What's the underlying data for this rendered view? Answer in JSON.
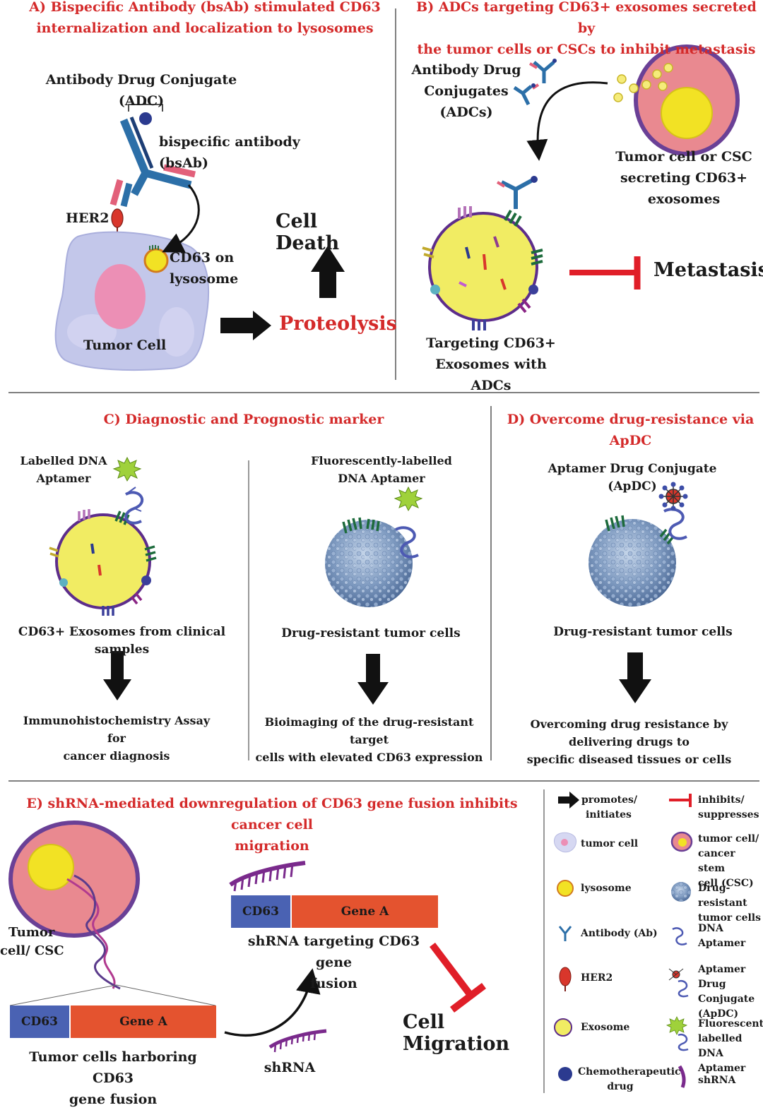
{
  "panel_a": {
    "title_line1": "A) Bispecific Antibody (bsAb) stimulated CD63",
    "title_line2": "internalization and localization to lysosomes",
    "adc_label": "Antibody Drug Conjugate (ADC)",
    "bsab_label": "bispecific antibody (bsAb)",
    "her2_label": "HER2",
    "cd63_label_line1": "CD63 on",
    "cd63_label_line2": "lysosome",
    "tumor_cell_label": "Tumor Cell",
    "cell_death_label": "Cell Death",
    "proteolysis_label": "Proteolysis"
  },
  "panel_b": {
    "title_line1": "B) ADCs targeting CD63+ exosomes secreted by",
    "title_line2": "the tumor cells or CSCs to inhibit metastasis",
    "adcs_line1": "Antibody Drug",
    "adcs_line2": "Conjugates",
    "adcs_line3": "(ADCs)",
    "tumor_line1": "Tumor cell or CSC",
    "tumor_line2": "secreting CD63+",
    "tumor_line3": "exosomes",
    "metastasis_label": "Metastasis",
    "targeting_line1": "Targeting CD63+",
    "targeting_line2": "Exosomes with ADCs"
  },
  "panel_c": {
    "title": "C) Diagnostic and Prognostic marker",
    "left_label_line1": "Labelled DNA",
    "left_label_line2": "Aptamer",
    "left_caption": "CD63+ Exosomes from clinical samples",
    "left_result_line1": "Immunohistochemistry Assay for",
    "left_result_line2": "cancer diagnosis",
    "right_label_line1": "Fluorescently-labelled",
    "right_label_line2": "DNA Aptamer",
    "right_caption": "Drug-resistant tumor cells",
    "right_result_line1": "Bioimaging of  the drug-resistant target",
    "right_result_line2": "cells with  elevated CD63 expression"
  },
  "panel_d": {
    "title": "D) Overcome drug-resistance via ApDC",
    "label": "Aptamer Drug Conjugate (ApDC)",
    "caption": "Drug-resistant tumor cells",
    "result_line1": "Overcoming drug resistance by delivering drugs to",
    "result_line2": "specific diseased tissues or cells"
  },
  "panel_e": {
    "title_line1": "E) shRNA-mediated downregulation of CD63 gene fusion inhibits cancer cell",
    "title_line2": "migration",
    "tumor_label_line1": "Tumor",
    "tumor_label_line2": "cell/ CSC",
    "gene_cd63": "CD63",
    "gene_a": "Gene A",
    "harbor_line1": "Tumor cells harboring CD63",
    "harbor_line2": "gene fusion",
    "shrna_label": "shRNA",
    "target_line1": "shRNA targeting CD63 gene",
    "target_line2": "fusion",
    "migration_label": "Cell Migration"
  },
  "legend": {
    "promotes_line1": "promotes/",
    "promotes_line2": "initiates",
    "inhibits_line1": "inhibits/",
    "inhibits_line2": "suppresses",
    "tumor_cell": "tumor cell",
    "csc_line1": "tumor cell/",
    "csc_line2": "cancer stem",
    "csc_line3": "cell (CSC)",
    "lysosome": "lysosome",
    "drug_res_line1": "Drug-resistant",
    "drug_res_line2": "tumor cells",
    "antibody": "Antibody (Ab)",
    "dna_line1": "DNA",
    "dna_line2": "Aptamer",
    "her2": "HER2",
    "apdc_line1": "Aptamer Drug",
    "apdc_line2": "Conjugate",
    "apdc_line3": "(ApDC)",
    "exosome": "Exosome",
    "fl_line1": "Fluorescently-",
    "fl_line2": "labelled DNA",
    "fl_line3": "Aptamer",
    "chemo_line1": "Chemotherapeutic",
    "chemo_line2": "drug",
    "shrna": "shRNA"
  },
  "colors": {
    "title_red": "#d42a2a",
    "gene_cd63_blue": "#4a62b3",
    "gene_a_orange": "#e4532f",
    "cell_pink": "#e98990",
    "cell_purple": "#6a4096",
    "nucleus_yellow": "#f2e224",
    "tumor_lavender": "#c3c7ea",
    "drug_res_blue": "#7e9ac0"
  }
}
